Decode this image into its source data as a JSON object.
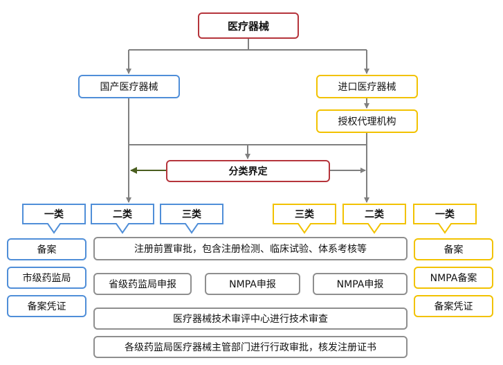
{
  "top": {
    "root": "医疗器械",
    "domestic": "国产医疗器械",
    "imported": "进口医疗器械",
    "agent": "授权代理机构",
    "classify": "分类界定"
  },
  "left_classes": [
    "一类",
    "二类",
    "三类"
  ],
  "right_classes": [
    "三类",
    "二类",
    "一类"
  ],
  "left_col": [
    "备案",
    "市级药监局",
    "备案凭证"
  ],
  "right_col": [
    "备案",
    "NMPA备案",
    "备案凭证"
  ],
  "middle": {
    "register": "注册前置审批，包含注册检测、临床试验、体系考核等",
    "prov": "省级药监局申报",
    "nmpa1": "NMPA申报",
    "nmpa2": "NMPA申报",
    "review": "医疗器械技术审评中心进行技术审查",
    "approval": "各级药监局医疗器械主管部门进行行政审批，核发注册证书"
  },
  "colors": {
    "red": "#b5343b",
    "blue": "#4f8ed8",
    "yellow": "#f2c200",
    "gray": "#8e8e8e",
    "line": "#7f7f7f",
    "arrow_dark": "#4a5e1f"
  }
}
